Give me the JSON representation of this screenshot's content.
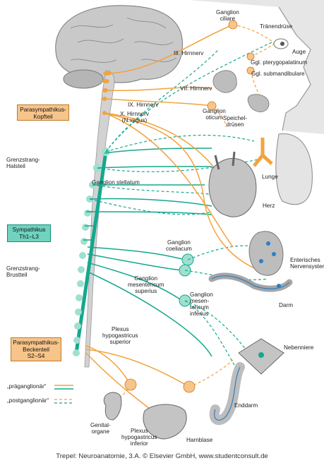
{
  "colors": {
    "parasympathetic": "#f4a23c",
    "sympathetic": "#14a88e",
    "ganglion_fill": "#9fe0cf",
    "organ_gray": "#c8c8c8",
    "organ_dark": "#8a8a8a",
    "enteric_blue": "#2c7fc4"
  },
  "boxes": {
    "parasym_head": "Parasympathikus-\nKopfteil",
    "sympathikus": "Sympathikus\nTh1–L3",
    "parasym_pelvic": "Parasympathikus-\nBeckenteil\nS2–S4"
  },
  "labels": {
    "ganglion_ciliare": "Ganglion\nciliare",
    "traenendruese": "Tränendrüse",
    "auge": "Auge",
    "ggl_pterygo": "Ggl. pterygopalatinum",
    "ggl_submand": "Ggl. submandibulare",
    "hirnnerv3": "III. Hirnnerv",
    "hirnnerv7": "VII. Hirnnerv",
    "hirnnerv9": "IX. Hirnnerv",
    "hirnnerv10": "X. Hirnnerv\n(N.vagus)",
    "ganglion_oticum": "Ganglion\noticum",
    "speicheldruesen": "Speichel-\ndrüsen",
    "grenzstrang_hals": "Grenzstrang-\nHalsteil",
    "ganglion_stellatum": "Ganglion stellatum",
    "lunge": "Lunge",
    "herz": "Herz",
    "ganglion_coeliacum": "Ganglion\ncoeliacum",
    "enterisches": "Enterisches\nNervensystem",
    "grenzstrang_brust": "Grenzstrang-\nBrustteil",
    "ganglion_mes_sup": "Ganglion\nmesentericum\nsuperius",
    "darm": "Darm",
    "ganglion_mes_inf": "Ganglion\nmesen-\ntericum\ninferius",
    "nebenniere": "Nebenniere",
    "plexus_sup": "Plexus\nhypogastricus\nsuperior",
    "enddarm": "Enddarm",
    "genitalorgane": "Genital-\norgane",
    "plexus_inf": "Plexus\nhypogastricus\ninferior",
    "harnblase": "Harnblase"
  },
  "legend": {
    "pre": "„präganglionär“",
    "post": "„postganglionär“"
  },
  "credit": "Trepel: Neuroanatomie, 3.A. © Elsevier GmbH, www.studentconsult.de"
}
